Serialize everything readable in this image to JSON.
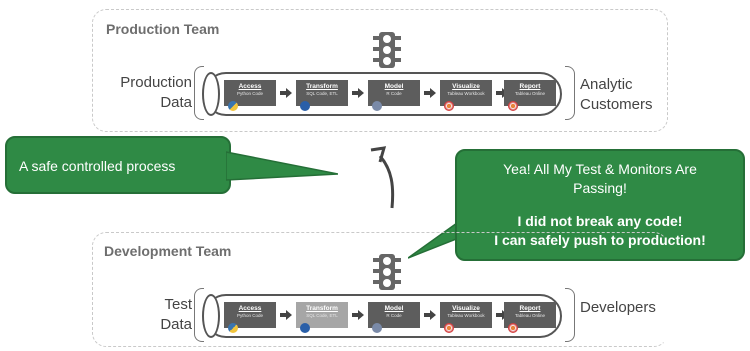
{
  "production": {
    "title": "Production Team",
    "input_label": "Production Data",
    "output_label": "Analytic Customers",
    "stages": [
      {
        "title": "Access",
        "subtitle": "Python Code",
        "icon": "python-icon"
      },
      {
        "title": "Transform",
        "subtitle": "SQL Code, ETL",
        "icon": "etl-icon"
      },
      {
        "title": "Model",
        "subtitle": "R Code",
        "icon": "r-icon"
      },
      {
        "title": "Visualize",
        "subtitle": "Tableau Workbook",
        "icon": "tableau-icon"
      },
      {
        "title": "Report",
        "subtitle": "Tableau Online",
        "icon": "tableau-icon"
      }
    ]
  },
  "development": {
    "title": "Development Team",
    "input_label": "Test Data",
    "output_label": "Developers",
    "stages": [
      {
        "title": "Access",
        "subtitle": "Python Code",
        "icon": "python-icon"
      },
      {
        "title": "Transform",
        "subtitle": "SQL Code, ETL",
        "icon": "etl-icon",
        "faded": true
      },
      {
        "title": "Model",
        "subtitle": "R Code",
        "icon": "r-icon"
      },
      {
        "title": "Visualize",
        "subtitle": "Tableau Workbook",
        "icon": "tableau-icon"
      },
      {
        "title": "Report",
        "subtitle": "Tableau Online",
        "icon": "tableau-icon"
      }
    ]
  },
  "callouts": {
    "left": "A safe controlled process",
    "right_line1": "Yea! All My Test & Monitors Are Passing!",
    "right_line2": "I did not break any code!",
    "right_line3": "I can safely push to production!"
  },
  "colors": {
    "callout_green": "#2f8a45",
    "stage_dark": "#5d5d5d",
    "stage_faded": "#a6a6a6"
  }
}
